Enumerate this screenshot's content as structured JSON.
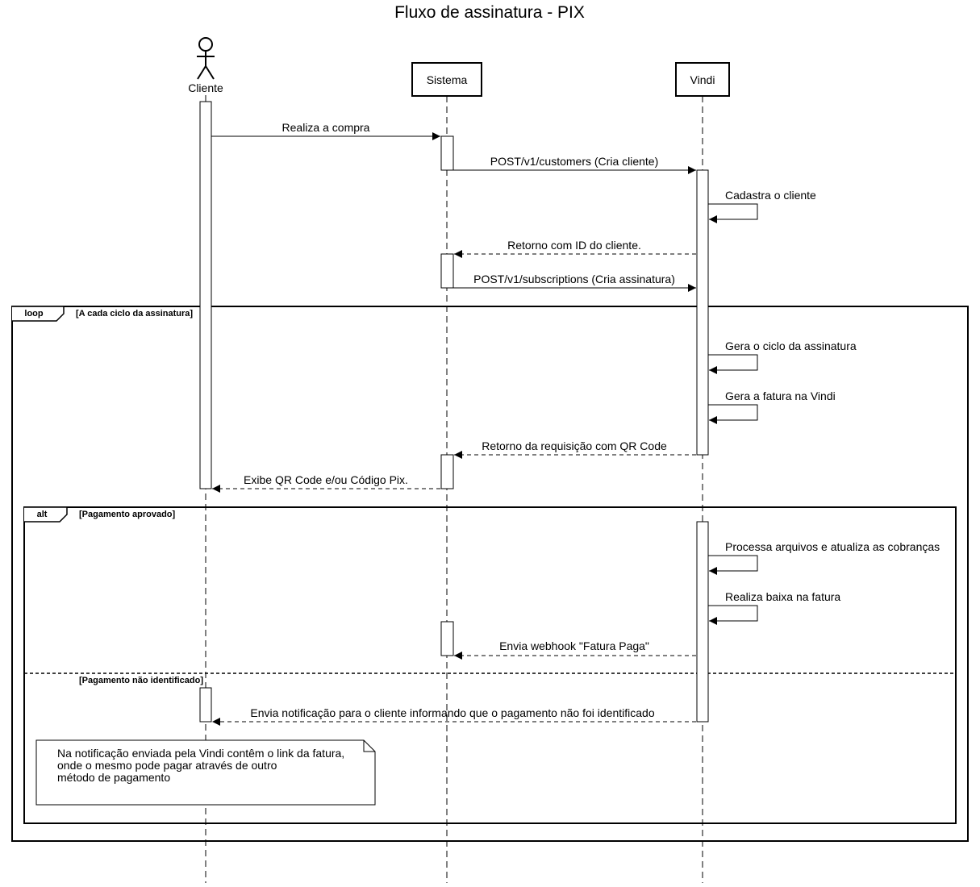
{
  "title": "Fluxo de assinatura - PIX",
  "participants": {
    "cliente": "Cliente",
    "sistema": "Sistema",
    "vindi": "Vindi"
  },
  "messages": {
    "m1": "Realiza a compra",
    "m2": "POST/v1/customers (Cria cliente)",
    "m3": "Cadastra o cliente",
    "m4": "Retorno com ID do cliente.",
    "m5": "POST/v1/subscriptions (Cria assinatura)",
    "m6": "Gera o ciclo da assinatura",
    "m7": "Gera a fatura na Vindi",
    "m8": "Retorno da requisição com QR Code",
    "m9": "Exibe QR Code e/ou Código Pix.",
    "m10": "Processa arquivos e atualiza as cobranças",
    "m11": "Realiza baixa na fatura",
    "m12": "Envia webhook \"Fatura Paga\"",
    "m13": "Envia notificação para o cliente informando que o pagamento não foi identificado"
  },
  "frames": {
    "loop": {
      "tag": "loop",
      "guard": "[A cada ciclo da assinatura]"
    },
    "alt": {
      "tag": "alt",
      "guard1": "[Pagamento aprovado]",
      "guard2": "[Pagamento não identificado]"
    }
  },
  "note": {
    "line1": "Na notificação enviada pela Vindi contêm o link da fatura,",
    "line2": "onde o mesmo pode pagar através de outro",
    "line3": "método de pagamento"
  }
}
